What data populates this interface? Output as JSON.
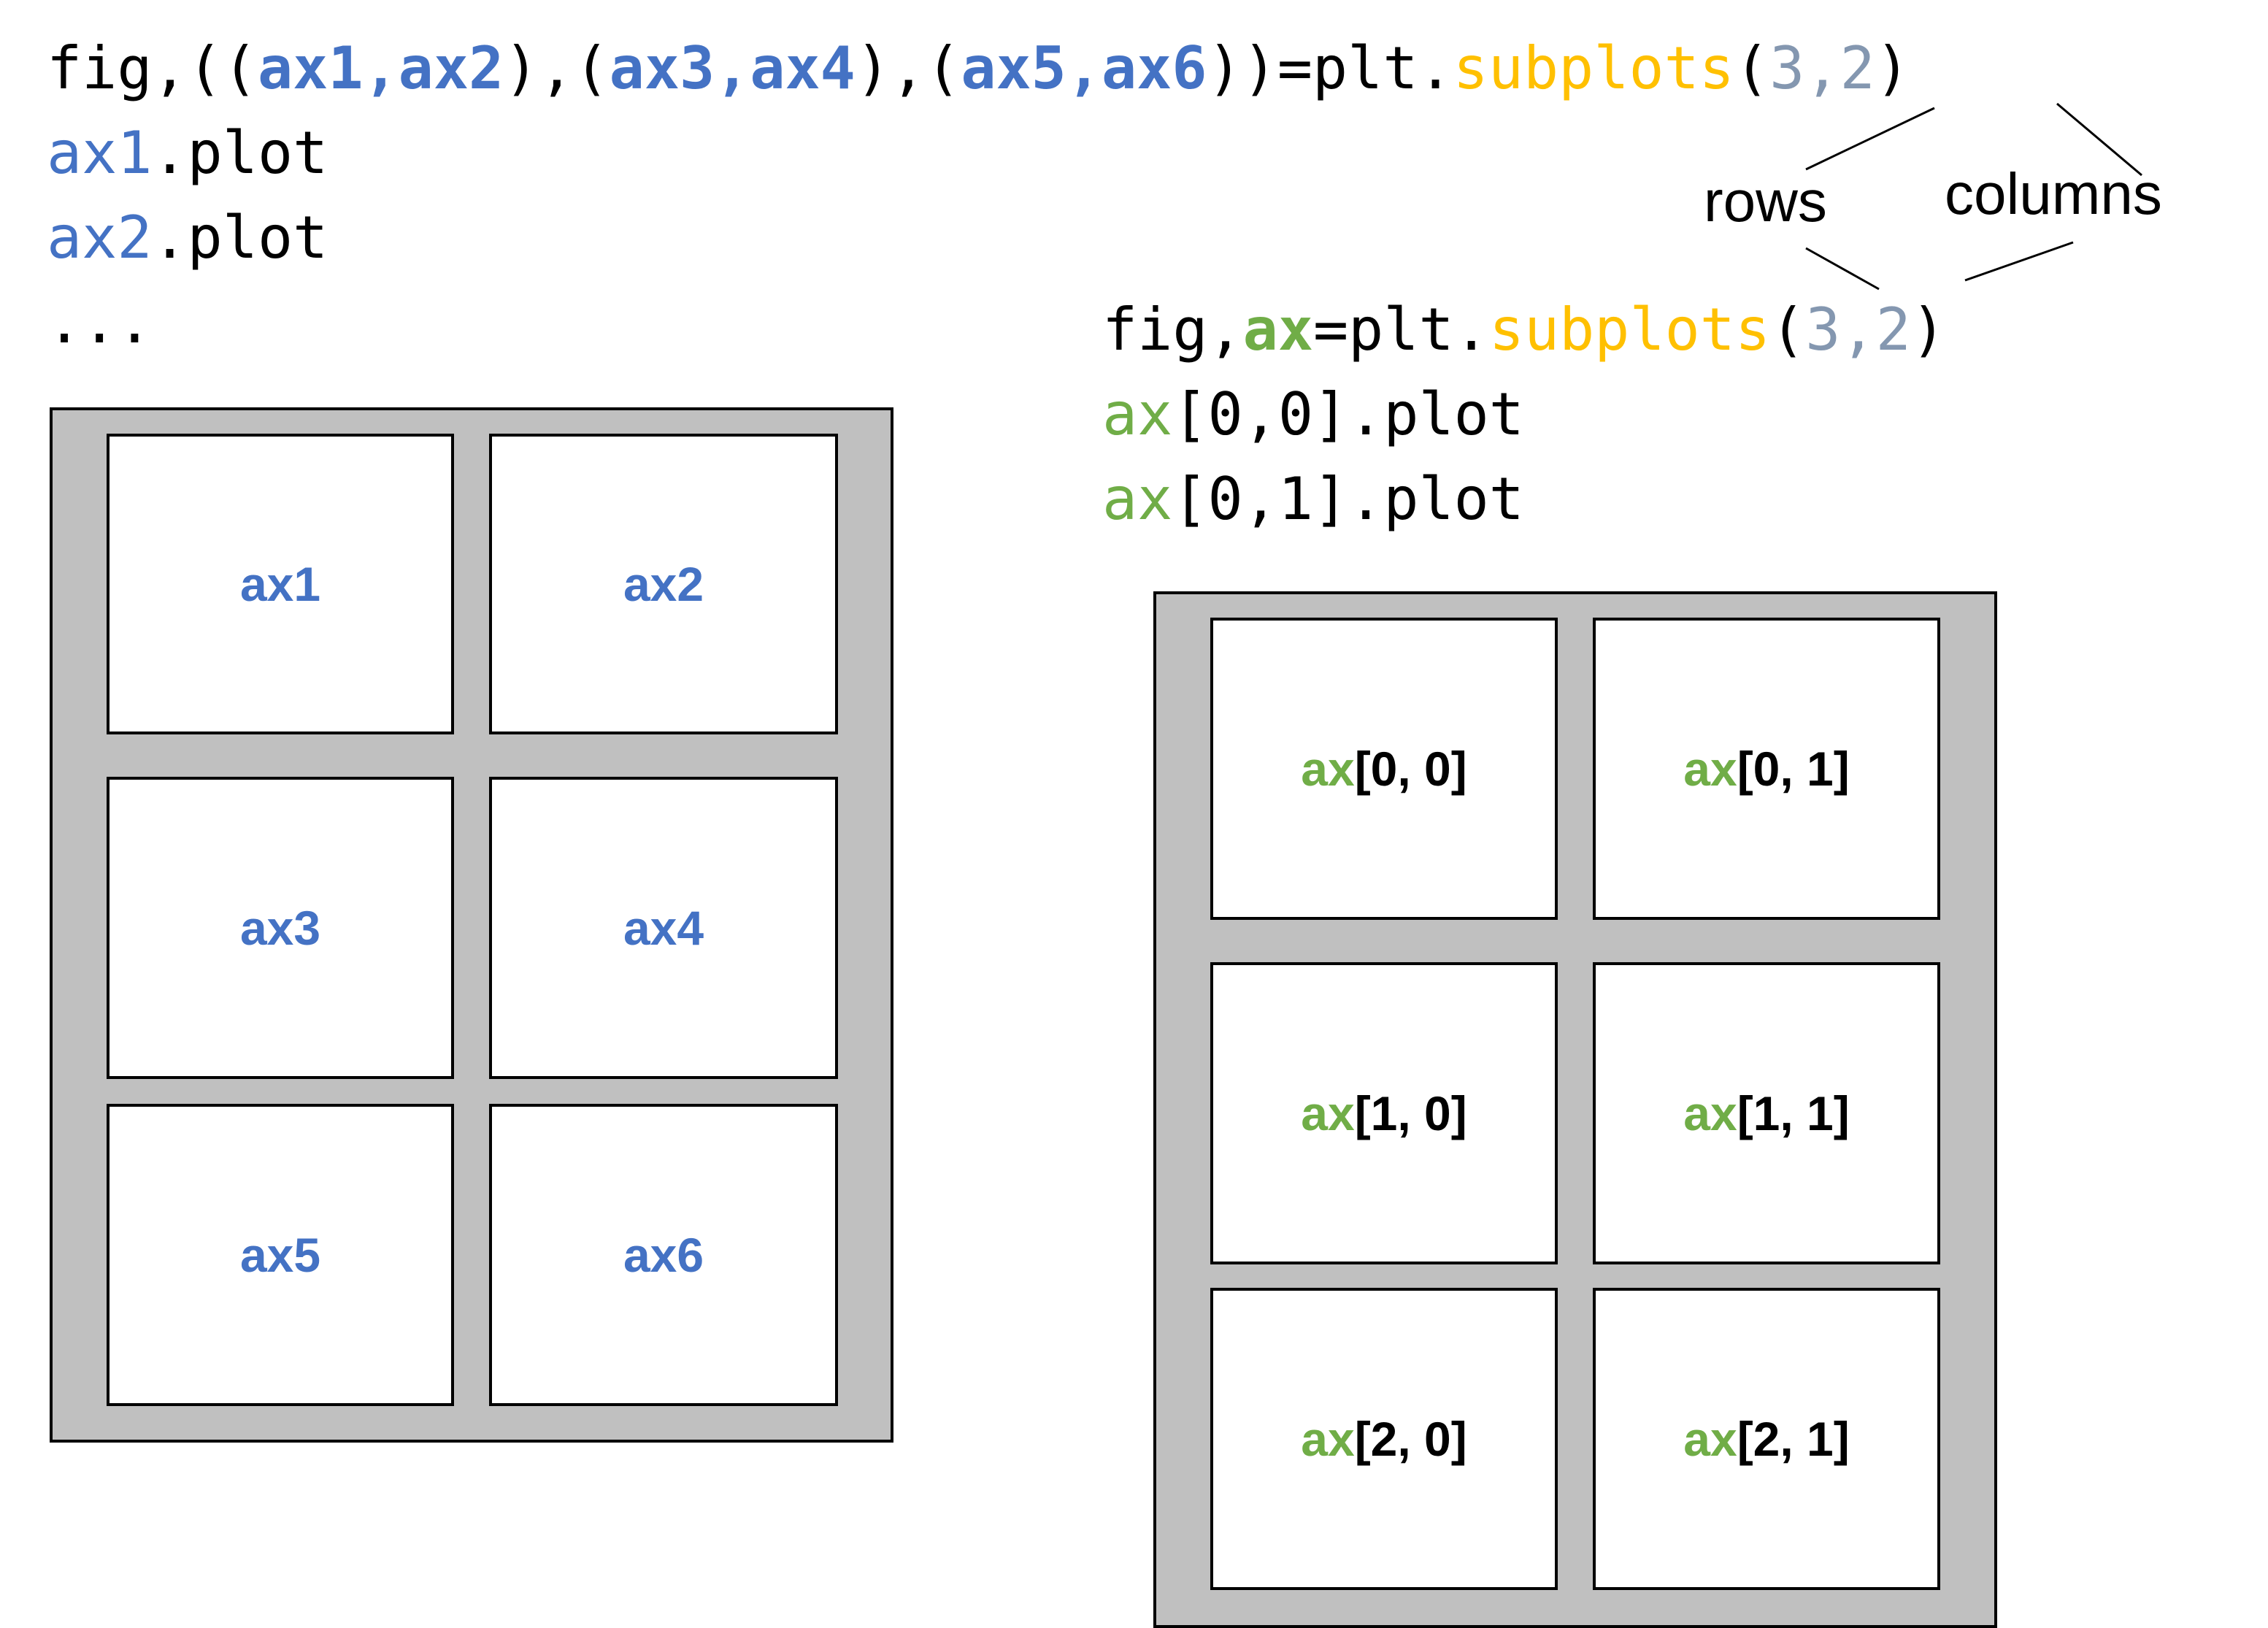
{
  "left_code": {
    "line1": {
      "p1": "fig,((",
      "a1": "ax1",
      "c1": ",",
      "a2": "ax2",
      "p2": "),(",
      "a3": "ax3",
      "c2": ",",
      "a4": "ax4",
      "p3": "),(",
      "a5": "ax5",
      "c3": ",",
      "a6": "ax6",
      "p4": "))=plt.",
      "func": "subplots",
      "open": "(",
      "args": "3,2",
      "close": ")"
    },
    "line2": {
      "var": "ax1",
      "rest": ".plot"
    },
    "line3": {
      "var": "ax2",
      "rest": ".plot"
    },
    "line4": "..."
  },
  "right_code": {
    "line1": {
      "p1": "fig,",
      "var": "ax",
      "p2": "=plt.",
      "func": "subplots",
      "open": "(",
      "args": "3,2",
      "close": ")"
    },
    "line2": {
      "var": "ax",
      "rest": "[0,0].plot"
    },
    "line3": {
      "var": "ax",
      "rest": "[0,1].plot"
    }
  },
  "annotations": {
    "rows": "rows",
    "columns": "columns"
  },
  "left_grid": {
    "cells": [
      "ax1",
      "ax2",
      "ax3",
      "ax4",
      "ax5",
      "ax6"
    ]
  },
  "right_grid": {
    "cells": [
      {
        "prefix": "ax",
        "index": "[0, 0]"
      },
      {
        "prefix": "ax",
        "index": "[0, 1]"
      },
      {
        "prefix": "ax",
        "index": "[1, 0]"
      },
      {
        "prefix": "ax",
        "index": "[1, 1]"
      },
      {
        "prefix": "ax",
        "index": "[2, 0]"
      },
      {
        "prefix": "ax",
        "index": "[2, 1]"
      }
    ]
  },
  "colors": {
    "tuple_axes": "#4472C4",
    "array_axes": "#70AD47",
    "function": "#FFC000",
    "arguments": "#8497B0",
    "frame": "#C0C0C0"
  }
}
